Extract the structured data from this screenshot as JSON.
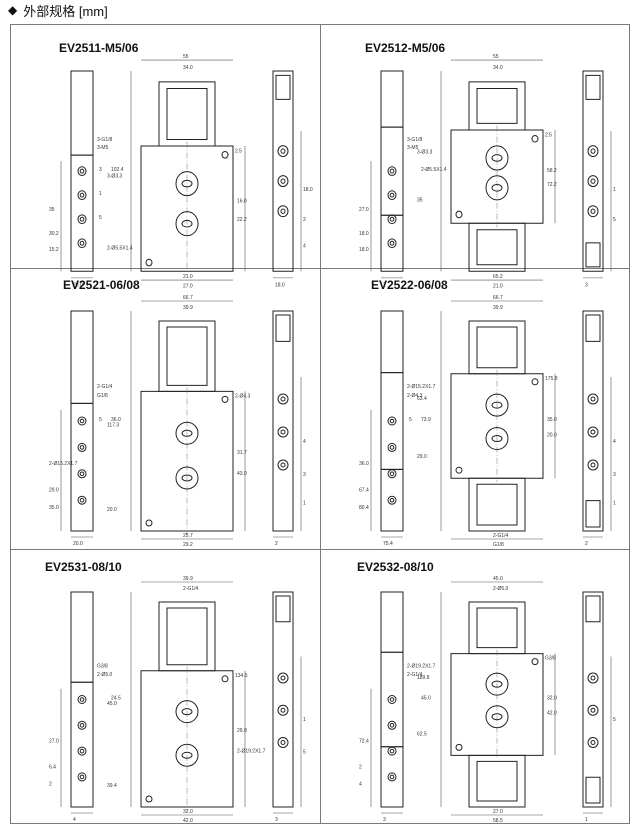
{
  "header": {
    "marker": "◆",
    "title": "外部规格 [mm]"
  },
  "panels": [
    {
      "model": "EV2511-M5/06",
      "labels": [
        "55",
        "34.0",
        "3-G1/8",
        "3-M5",
        "2.5",
        "3-Ø3.3",
        "102.4",
        "2-Ø5.5X1.4",
        "16.0",
        "22.2",
        "21.0",
        "27.0",
        "35",
        "30.2",
        "15.2",
        "20.0",
        "18.0",
        "18.0",
        "2",
        "4",
        "3",
        "1",
        "5"
      ]
    },
    {
      "model": "EV2512-M5/06",
      "labels": [
        "55",
        "34.0",
        "3-G1/8",
        "3-M5",
        "2.5",
        "3-Ø3.3",
        "2-Ø5.5X1.4",
        "35",
        "58.2",
        "72.2",
        "65.2",
        "21.0",
        "27.0",
        "18.0",
        "18.0",
        "2",
        "3",
        "1",
        "5"
      ]
    },
    {
      "model": "EV2521-06/08",
      "labels": [
        "66.7",
        "39.9",
        "2-G1/4",
        "G1/8",
        "2-Ø4.3",
        "117.3",
        "36.0",
        "20.0",
        "31.7",
        "43.0",
        "25.7",
        "29.2",
        "2-Ø15.2X1.7",
        "29.0",
        "35.0",
        "20.0",
        "2",
        "4",
        "3",
        "1",
        "5"
      ]
    },
    {
      "model": "EV2522-06/08",
      "labels": [
        "66.7",
        "39.9",
        "2-Ø15.2X1.7",
        "2-Ø4.3",
        "175.8",
        "63.4",
        "73.9",
        "29.0",
        "35.0",
        "20.0",
        "2-G1/4",
        "G1/8",
        "36.0",
        "67.4",
        "80.4",
        "75.4",
        "2",
        "4",
        "3",
        "1",
        "5"
      ]
    },
    {
      "model": "EV2531-08/10",
      "labels": [
        "39.9",
        "2-G1/4",
        "G3/8",
        "2-Ø5.0",
        "134.5",
        "45.0",
        "24.5",
        "39.4",
        "29.8",
        "2-Ø19.2X1.7",
        "32.0",
        "42.0",
        "27.0",
        "6.4",
        "2",
        "4",
        "3",
        "1",
        "5"
      ]
    },
    {
      "model": "EV2532-08/10",
      "labels": [
        "45.0",
        "2-Ø5.0",
        "2-Ø19.2X1.7",
        "2-G1/4",
        "G3/8",
        "189.8",
        "45.0",
        "62.5",
        "32.0",
        "42.0",
        "27.0",
        "58.5",
        "72.4",
        "2",
        "4",
        "3",
        "1",
        "5"
      ]
    }
  ]
}
